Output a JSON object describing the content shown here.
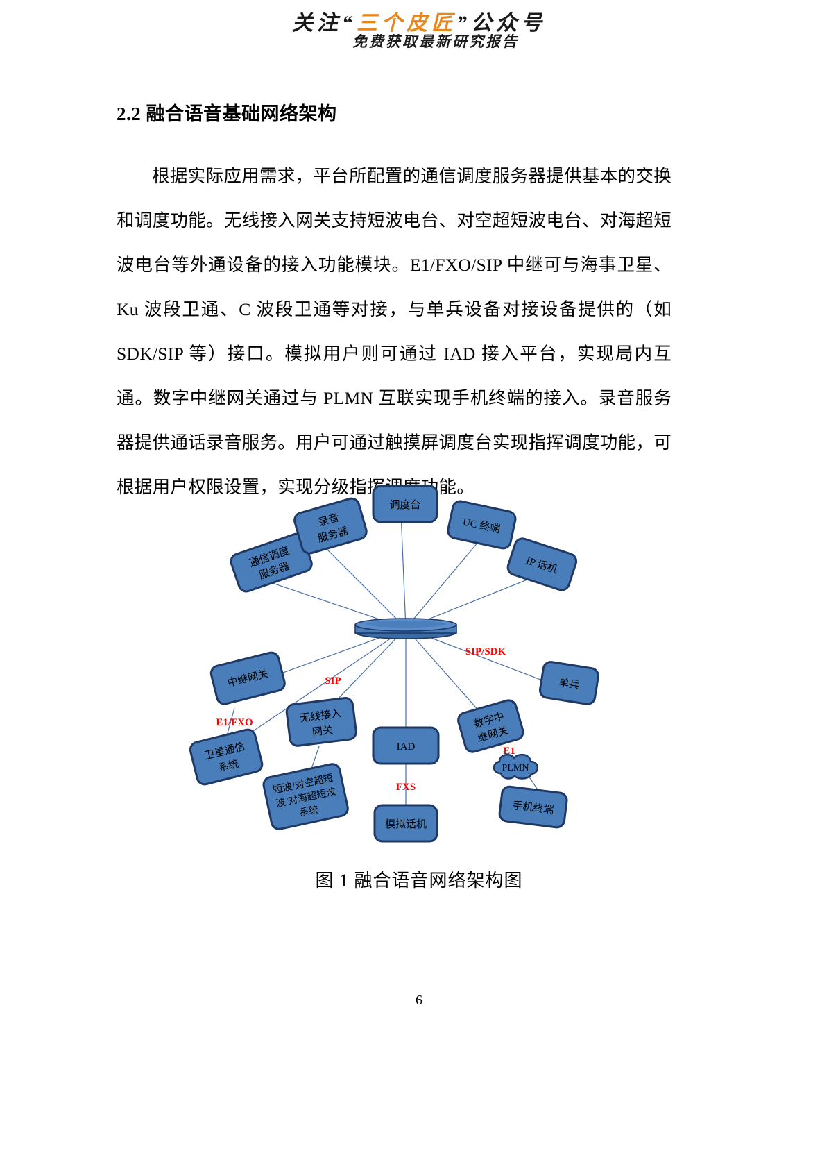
{
  "watermark": {
    "line1_pre": "关注“",
    "line1_hl": "三个皮匠",
    "line1_post": "”公众号",
    "line2": "免费获取最新研究报告",
    "highlight_color": "#e8861c"
  },
  "section": {
    "heading": "2.2 融合语音基础网络架构",
    "paragraph": "根据实际应用需求，平台所配置的通信调度服务器提供基本的交换和调度功能。无线接入网关支持短波电台、对空超短波电台、对海超短波电台等外通设备的接入功能模块。E1/FXO/SIP 中继可与海事卫星、Ku 波段卫通、C 波段卫通等对接，与单兵设备对接设备提供的（如 SDK/SIP 等）接口。模拟用户则可通过 IAD 接入平台，实现局内互通。数字中继网关通过与 PLMN 互联实现手机终端的接入。录音服务器提供通话录音服务。用户可通过触摸屏调度台实现指挥调度功能，可根据用户权限设置，实现分级指挥调度功能。"
  },
  "figure": {
    "caption": "图 1 融合语音网络架构图",
    "node_fill": "#4a7ebb",
    "node_stroke": "#1f3864",
    "link_color": "#4a6fa5",
    "label_color": "#ff0000",
    "hub": {
      "name": "central-switch",
      "label": ""
    },
    "nodes": [
      {
        "id": "comm-dispatch-server",
        "label": "通信调度服务器",
        "lines": [
          "通信调度",
          "服务器"
        ]
      },
      {
        "id": "recording-server",
        "label": "录音服务器",
        "lines": [
          "录音",
          "服务器"
        ]
      },
      {
        "id": "dispatch-console",
        "label": "调度台",
        "lines": [
          "调度台"
        ]
      },
      {
        "id": "uc-terminal",
        "label": "UC 终端",
        "lines": [
          "UC 终端"
        ]
      },
      {
        "id": "ip-phone",
        "label": "IP 话机",
        "lines": [
          "IP 话机"
        ]
      },
      {
        "id": "single-soldier",
        "label": "单兵",
        "lines": [
          "单兵"
        ]
      },
      {
        "id": "digital-trunk-gateway",
        "label": "数字中继网关",
        "lines": [
          "数字中",
          "继网关"
        ]
      },
      {
        "id": "plmn-cloud",
        "label": "PLMN",
        "lines": [
          "PLMN"
        ]
      },
      {
        "id": "mobile-terminal",
        "label": "手机终端",
        "lines": [
          "手机终端"
        ]
      },
      {
        "id": "iad",
        "label": "IAD",
        "lines": [
          "IAD"
        ]
      },
      {
        "id": "analog-phone",
        "label": "模拟话机",
        "lines": [
          "模拟话机"
        ]
      },
      {
        "id": "shortwave-system",
        "label": "短波/对空超短波/对海超短波系统",
        "lines": [
          "短波/对空超短",
          "波/对海超短波",
          "系统"
        ]
      },
      {
        "id": "wireless-access-gateway",
        "label": "无线接入网关",
        "lines": [
          "无线接入",
          "网关"
        ]
      },
      {
        "id": "satellite-comm-system",
        "label": "卫星通信系统",
        "lines": [
          "卫星通信",
          "系统"
        ]
      },
      {
        "id": "trunk-gateway",
        "label": "中继网关",
        "lines": [
          "中继网关"
        ]
      }
    ],
    "link_labels": [
      {
        "id": "sip-sdk-label",
        "text": "SIP/SDK"
      },
      {
        "id": "sip-label",
        "text": "SIP"
      },
      {
        "id": "e1-fxo-label",
        "text": "E1/FXO"
      },
      {
        "id": "fxs-label",
        "text": "FXS"
      },
      {
        "id": "e1-label",
        "text": "E1"
      }
    ]
  },
  "footer": {
    "page_number": "6"
  }
}
